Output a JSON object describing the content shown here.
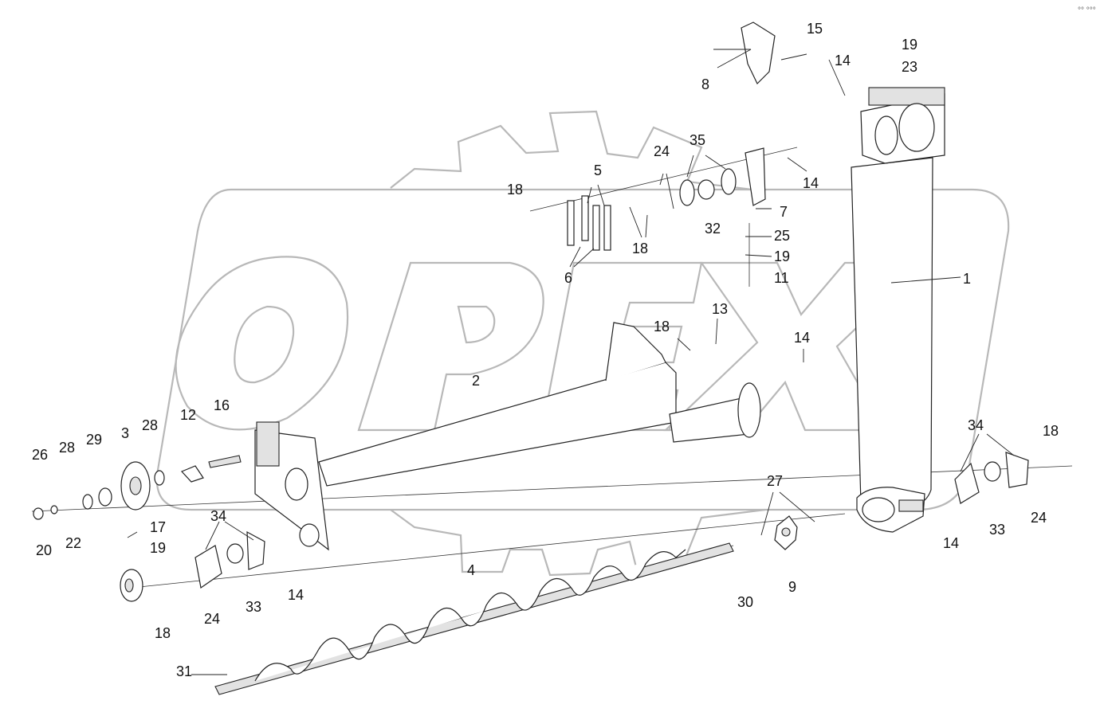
{
  "watermark": {
    "text": "OPEX"
  },
  "corner_mark": "°° °°°",
  "callouts": [
    {
      "id": "c1",
      "label": "1"
    },
    {
      "id": "c2",
      "label": "2"
    },
    {
      "id": "c3",
      "label": "3"
    },
    {
      "id": "c4",
      "label": "4"
    },
    {
      "id": "c5",
      "label": "5"
    },
    {
      "id": "c6",
      "label": "6"
    },
    {
      "id": "c7",
      "label": "7"
    },
    {
      "id": "c8",
      "label": "8"
    },
    {
      "id": "c9",
      "label": "9"
    },
    {
      "id": "c11",
      "label": "11"
    },
    {
      "id": "c12",
      "label": "12"
    },
    {
      "id": "c13",
      "label": "13"
    },
    {
      "id": "c14a",
      "label": "14"
    },
    {
      "id": "c14b",
      "label": "14"
    },
    {
      "id": "c14c",
      "label": "14"
    },
    {
      "id": "c14d",
      "label": "14"
    },
    {
      "id": "c14e",
      "label": "14"
    },
    {
      "id": "c15",
      "label": "15"
    },
    {
      "id": "c16",
      "label": "16"
    },
    {
      "id": "c17",
      "label": "17"
    },
    {
      "id": "c18a",
      "label": "18"
    },
    {
      "id": "c18b",
      "label": "18"
    },
    {
      "id": "c18c",
      "label": "18"
    },
    {
      "id": "c18d",
      "label": "18"
    },
    {
      "id": "c18e",
      "label": "18"
    },
    {
      "id": "c19a",
      "label": "19"
    },
    {
      "id": "c19b",
      "label": "19"
    },
    {
      "id": "c19c",
      "label": "19"
    },
    {
      "id": "c20",
      "label": "20"
    },
    {
      "id": "c22",
      "label": "22"
    },
    {
      "id": "c23",
      "label": "23"
    },
    {
      "id": "c24a",
      "label": "24"
    },
    {
      "id": "c24b",
      "label": "24"
    },
    {
      "id": "c24c",
      "label": "24"
    },
    {
      "id": "c25",
      "label": "25"
    },
    {
      "id": "c26",
      "label": "26"
    },
    {
      "id": "c27",
      "label": "27"
    },
    {
      "id": "c28a",
      "label": "28"
    },
    {
      "id": "c28b",
      "label": "28"
    },
    {
      "id": "c29",
      "label": "29"
    },
    {
      "id": "c30",
      "label": "30"
    },
    {
      "id": "c31",
      "label": "31"
    },
    {
      "id": "c32",
      "label": "32"
    },
    {
      "id": "c33a",
      "label": "33"
    },
    {
      "id": "c33b",
      "label": "33"
    },
    {
      "id": "c34a",
      "label": "34"
    },
    {
      "id": "c34b",
      "label": "34"
    },
    {
      "id": "c35",
      "label": "35"
    }
  ]
}
